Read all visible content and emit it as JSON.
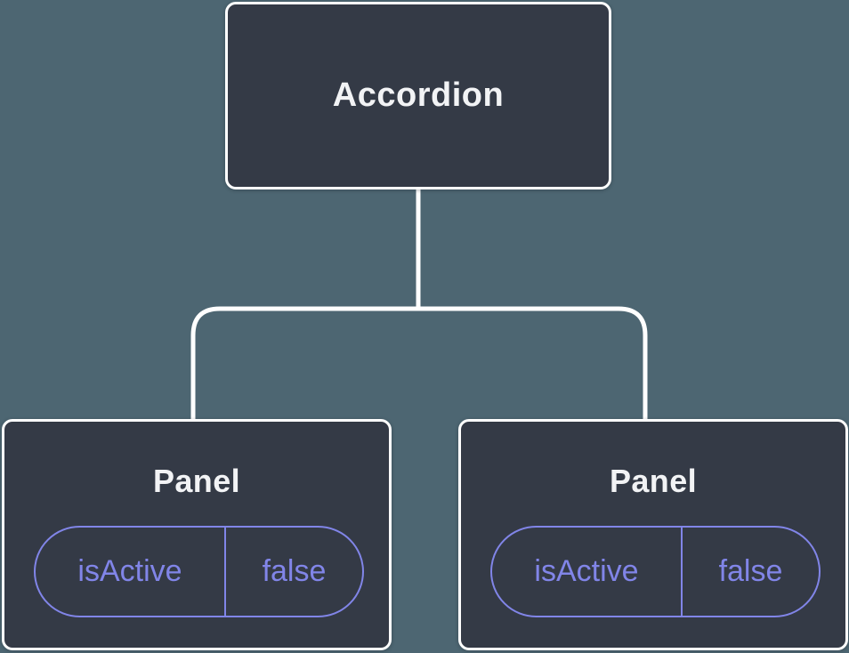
{
  "diagram": {
    "type": "component-tree",
    "root": {
      "label": "Accordion"
    },
    "children": [
      {
        "label": "Panel",
        "state": {
          "key": "isActive",
          "value": "false"
        }
      },
      {
        "label": "Panel",
        "state": {
          "key": "isActive",
          "value": "false"
        }
      }
    ],
    "colors": {
      "background": "#4d6672",
      "node_fill": "#343a46",
      "node_border": "#ffffff",
      "node_text": "#f2f3f5",
      "state_accent": "#8185e8"
    }
  }
}
